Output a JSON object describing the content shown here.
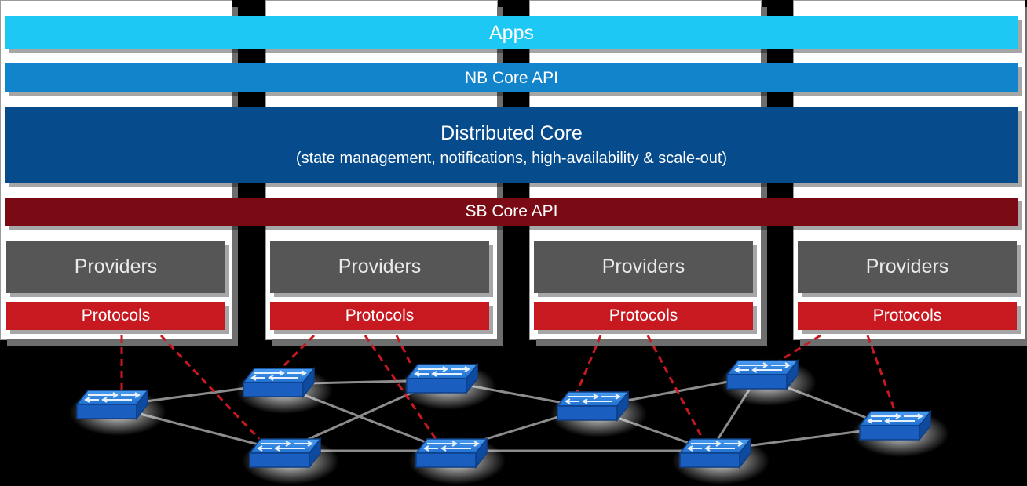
{
  "layers": {
    "apps": "Apps",
    "nb_core_api": "NB Core API",
    "distributed_core": "Distributed Core",
    "distributed_core_detail": "(state management, notifications, high-availability & scale-out)",
    "sb_core_api": "SB Core API"
  },
  "providers": [
    "Providers",
    "Providers",
    "Providers",
    "Providers"
  ],
  "protocols": [
    "Protocols",
    "Protocols",
    "Protocols",
    "Protocols"
  ],
  "colors": {
    "apps": "#1ec8f5",
    "nb_core_api": "#1284cc",
    "distributed_core": "#064b8c",
    "sb_core_api": "#7a0a14",
    "providers": "#565656",
    "protocols": "#c81820",
    "switch": "#1f6fd0",
    "data_link": "#8a8a8a",
    "control_link": "#c81820"
  },
  "network": {
    "switch_icon": "network-switch-icon",
    "switch_count": 9
  }
}
